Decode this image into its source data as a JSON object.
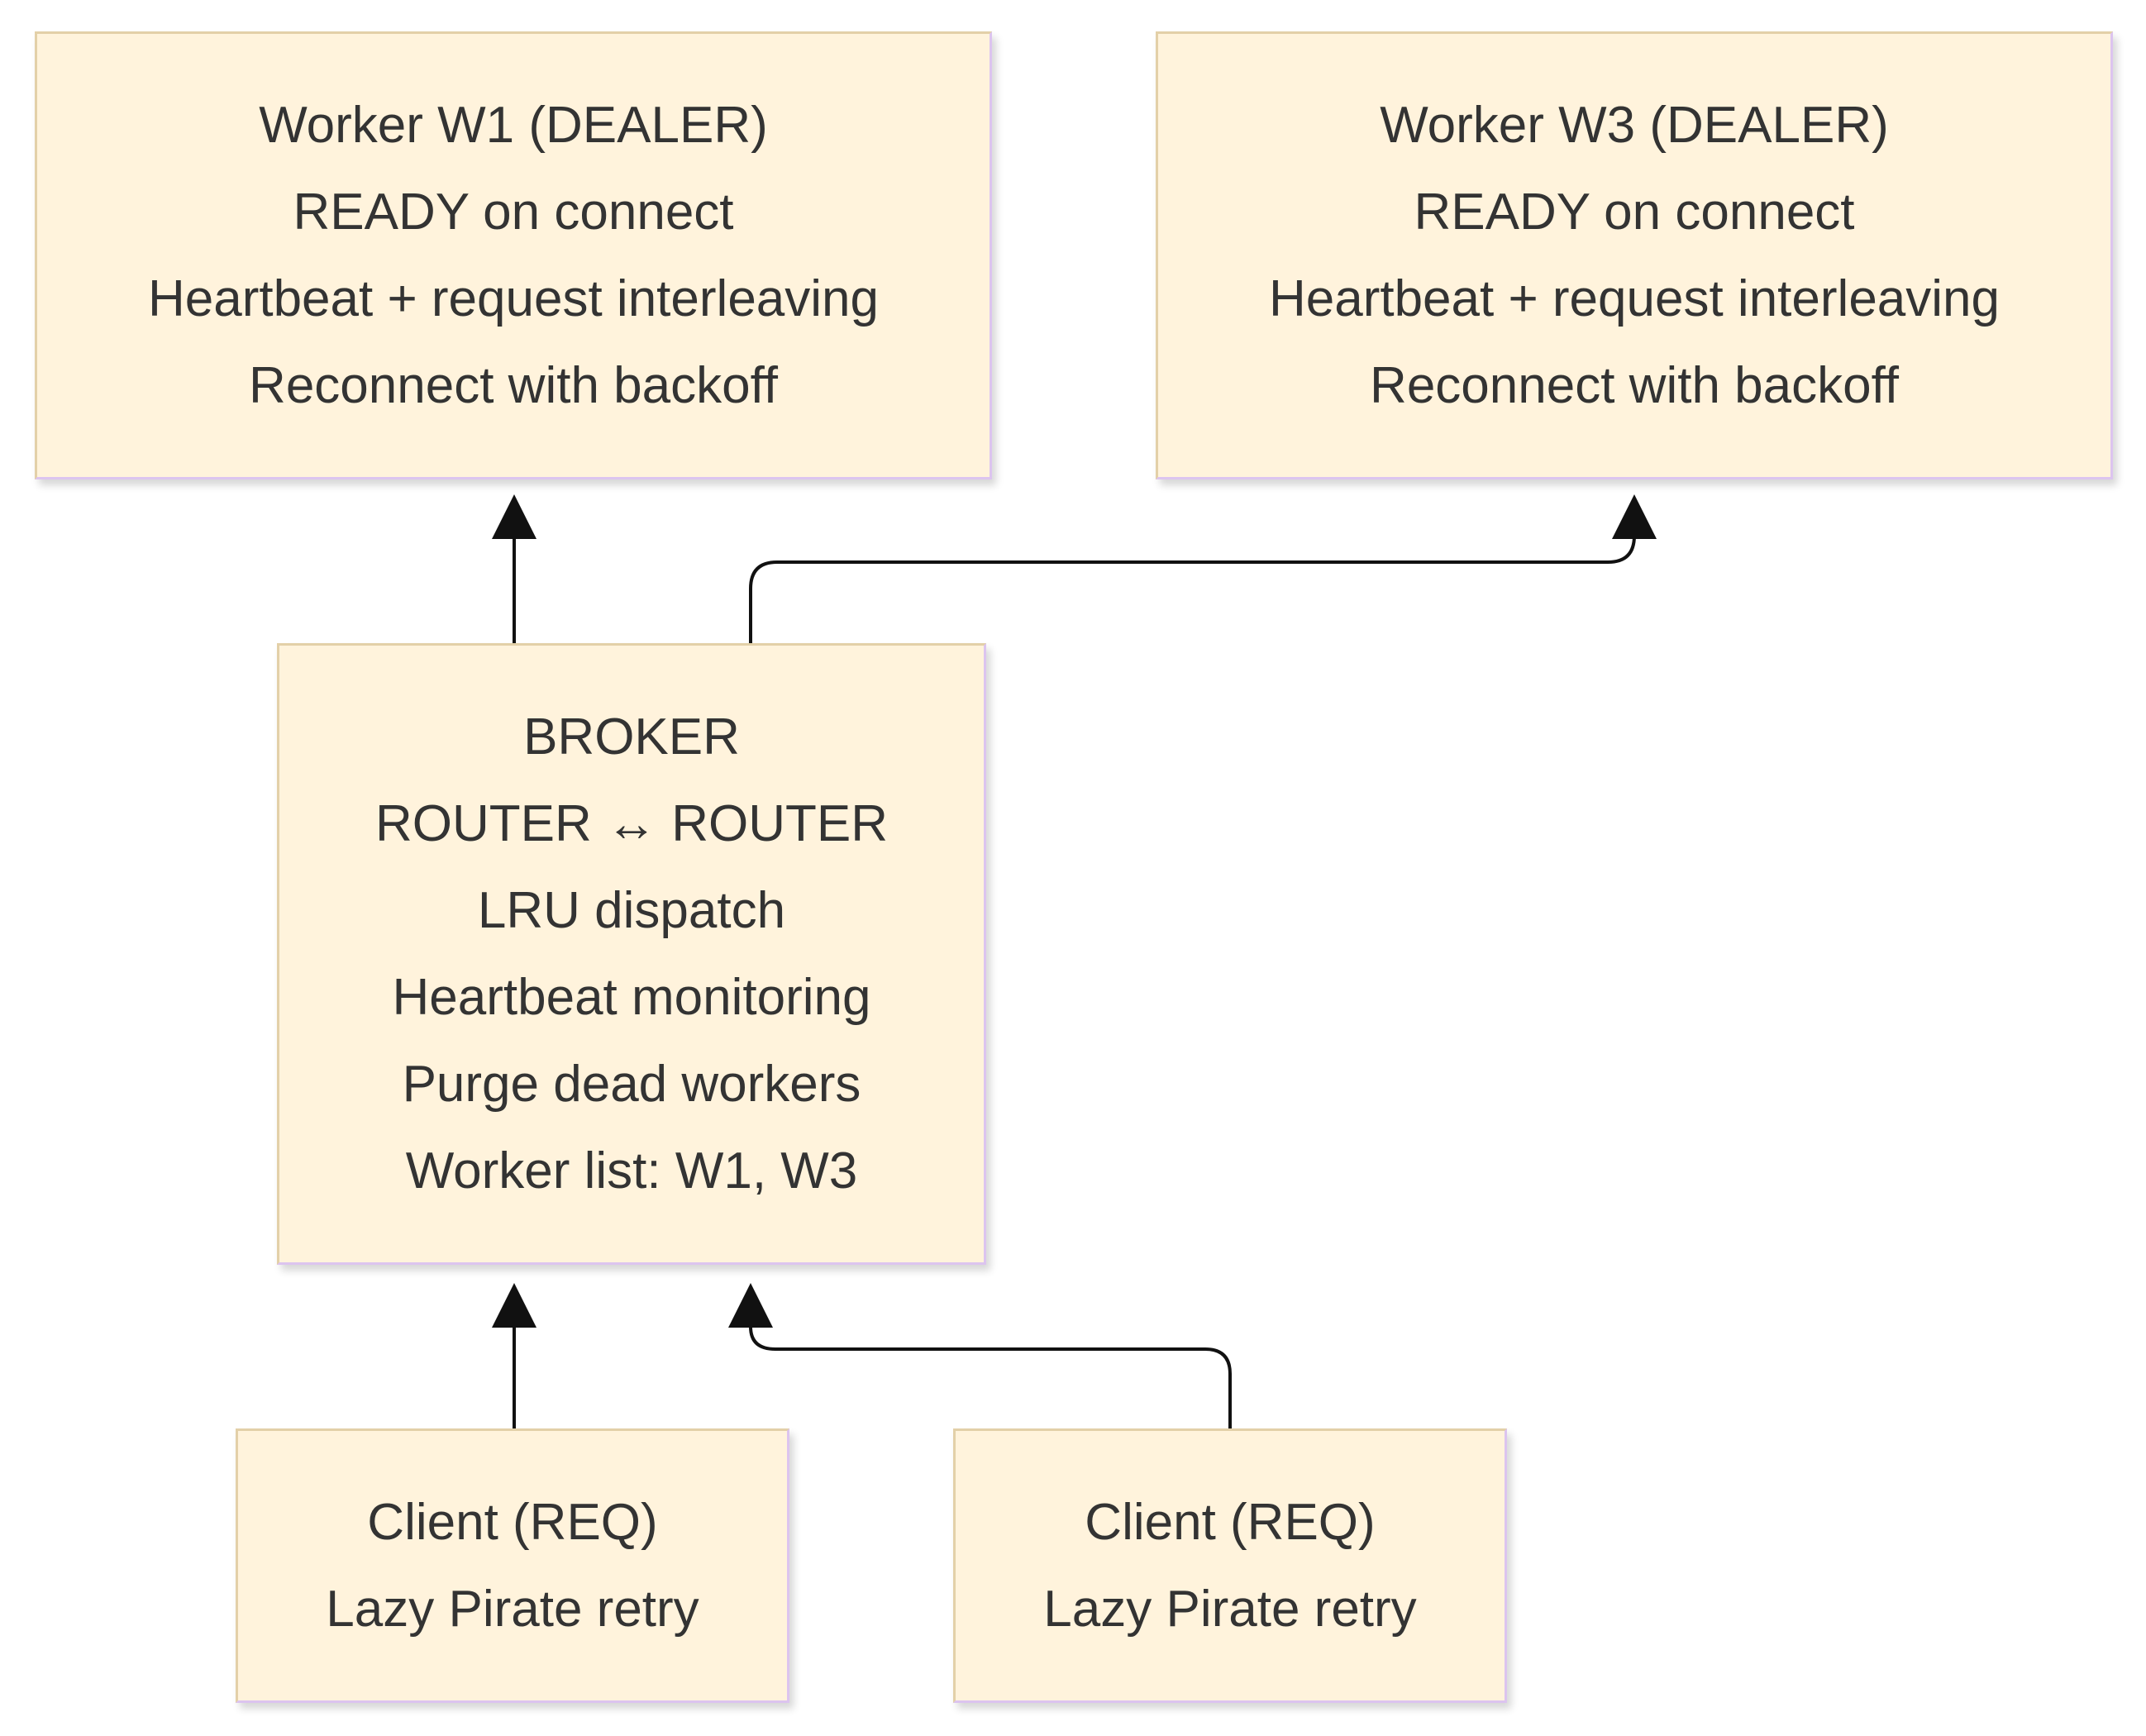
{
  "nodes": {
    "worker_w1": {
      "lines": [
        "Worker W1 (DEALER)",
        "READY on connect",
        "Heartbeat + request interleaving",
        "Reconnect with backoff"
      ]
    },
    "worker_w3": {
      "lines": [
        "Worker W3 (DEALER)",
        "READY on connect",
        "Heartbeat + request interleaving",
        "Reconnect with backoff"
      ]
    },
    "broker": {
      "lines": [
        "BROKER",
        "ROUTER ↔ ROUTER",
        "LRU dispatch",
        "Heartbeat monitoring",
        "Purge dead workers",
        "Worker list: W1, W3"
      ]
    },
    "client_1": {
      "lines": [
        "Client (REQ)",
        "Lazy Pirate retry"
      ]
    },
    "client_2": {
      "lines": [
        "Client (REQ)",
        "Lazy Pirate retry"
      ]
    }
  },
  "edges": [
    {
      "from": "broker",
      "to": "worker_w1"
    },
    {
      "from": "broker",
      "to": "worker_w3"
    },
    {
      "from": "client_1",
      "to": "broker"
    },
    {
      "from": "client_2",
      "to": "broker"
    }
  ],
  "colors": {
    "node_fill": "#fff3dc",
    "node_border": "#e3d0a8",
    "node_border_accent": "#dcc4ef",
    "text": "#333333",
    "edge": "#111111"
  }
}
